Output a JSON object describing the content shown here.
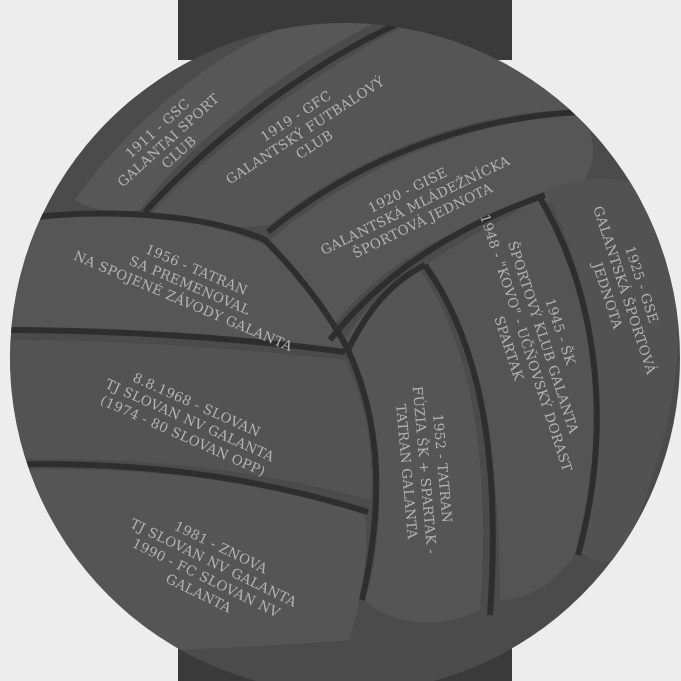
{
  "colors": {
    "background": "#ededed",
    "strap": "#3a3a3a",
    "ball": "#4b4b4b",
    "panel": "#575757",
    "seam": "#2e2e2e",
    "text": "#b4b4b4"
  },
  "panels": [
    {
      "id": "gsc",
      "lines": [
        "1911 - GSC",
        "GALANTAI SPORT",
        "CLUB"
      ]
    },
    {
      "id": "gfc",
      "lines": [
        "1919 - GFC",
        "GALANTSKÝ FUTBALOVÝ",
        "CLUB"
      ]
    },
    {
      "id": "gise",
      "lines": [
        "1920 - GISE",
        "GALANTSKÁ MLÁDEŽNÍCKA",
        "ŠPORTOVÁ JEDNOTA"
      ]
    },
    {
      "id": "gse",
      "lines": [
        "1925 - GSE",
        "GALANTSKÁ ŠPORTOVÁ",
        "JEDNOTA"
      ]
    },
    {
      "id": "sk",
      "lines": [
        "1945 - ŠK",
        "ŠPORTOVÝ KLUB GALANTA",
        "1948 - \"KOVO\" - UČŇOVSKÝ DORAST",
        "SPARTAK"
      ]
    },
    {
      "id": "tatran-fusion",
      "lines": [
        "1952 - TATRAN",
        "FÚZIA ŠK + SPARTAK -",
        "TATRAN GALANTA"
      ]
    },
    {
      "id": "tatran-1956",
      "lines": [
        "1956 - TATRAN",
        "SA PREMENOVAL",
        "NA SPOJENÉ ZÁVODY GALANTA"
      ]
    },
    {
      "id": "slovan-1968",
      "lines": [
        "8.8.1968 - SLOVAN",
        "TJ SLOVAN NV GALANTA",
        "(1974 - 80 SLOVAN OPP)"
      ]
    },
    {
      "id": "znova-1981",
      "lines": [
        "1981 - ZNOVA",
        "TJ SLOVAN NV GALANTA",
        "1990 - FC SLOVAN NV",
        "GALANTA"
      ]
    }
  ]
}
